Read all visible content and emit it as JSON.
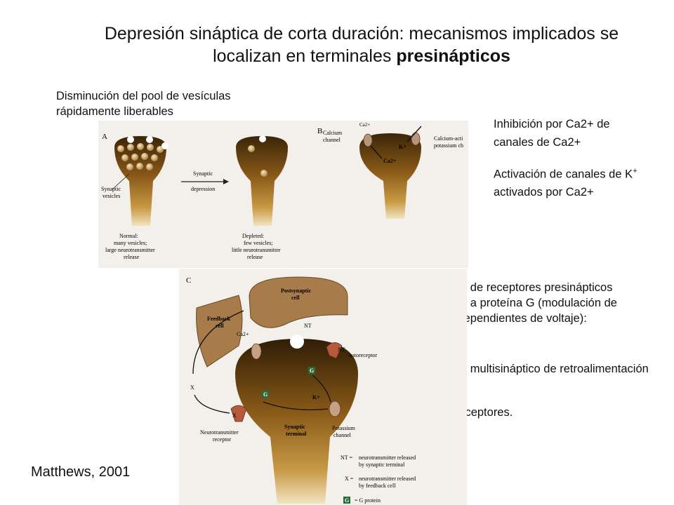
{
  "slide": {
    "title_main": "Depresión sináptica de corta duración: mecanismos implicados se localizan en terminales ",
    "title_bold": "presinápticos",
    "note_pool": "Disminución del pool de vesículas rápidamente liberables",
    "note_inhib": "Inhibición por Ca2+ de canales de Ca2+",
    "note_kact_a": "Activación de canales de K",
    "note_kact_sup": "+",
    "note_kact_b": " activados por Ca2+",
    "note_gprot": "Activación de receptores presinápticos acoplados a proteína G (modulación de canales dependientes de voltaje):",
    "note_a": "a) Circuito multisináptico de retroalimentación negativa.",
    "note_b": "b) Autorreceptores.",
    "citation": "Matthews, 2001"
  },
  "figure": {
    "panel_a": {
      "letter": "A",
      "vesicles_label": "Synaptic vesicles",
      "arrow_label_1": "Synaptic",
      "arrow_label_2": "depression",
      "normal_1": "Normal:",
      "normal_2": "many vesicles;",
      "normal_3": "large neurotransmitter",
      "normal_4": "release",
      "depleted_1": "Depleted:",
      "depleted_2": "few vesicles;",
      "depleted_3": "little neurotransmitter",
      "depleted_4": "release"
    },
    "panel_b": {
      "letter": "B",
      "ca_channel_1": "Calcium",
      "ca_channel_2": "channel",
      "ca_top": "Ca2+",
      "k_label": "K+",
      "ca_inside": "Ca2+",
      "k_channel_1": "Calcium-acti",
      "k_channel_2": "potassium ch"
    },
    "panel_c": {
      "letter": "C",
      "postsyn_1": "Postsynaptic",
      "postsyn_2": "cell",
      "feedback_1": "Feedback",
      "feedback_2": "cell",
      "ca": "Ca2+",
      "nt_top": "NT",
      "nt_right": "NT",
      "autoreceptor": "Autoreceptor",
      "g1": "G",
      "g2": "G",
      "k": "K+",
      "x_left": "X",
      "x_recv": "X",
      "nt_receptor_1": "Neurotransmitter",
      "nt_receptor_2": "receptor",
      "syn_term_1": "Synaptic",
      "syn_term_2": "terminal",
      "k_channel_1": "Potassium",
      "k_channel_2": "channel",
      "legend_nt_key": "NT =",
      "legend_nt_1": "neurotransmitter released",
      "legend_nt_2": "by synaptic terminal",
      "legend_x_key": "X =",
      "legend_x_1": "neurotransmitter released",
      "legend_x_2": "by feedback cell",
      "legend_g_key": "G",
      "legend_g_text": "= G protein"
    }
  }
}
